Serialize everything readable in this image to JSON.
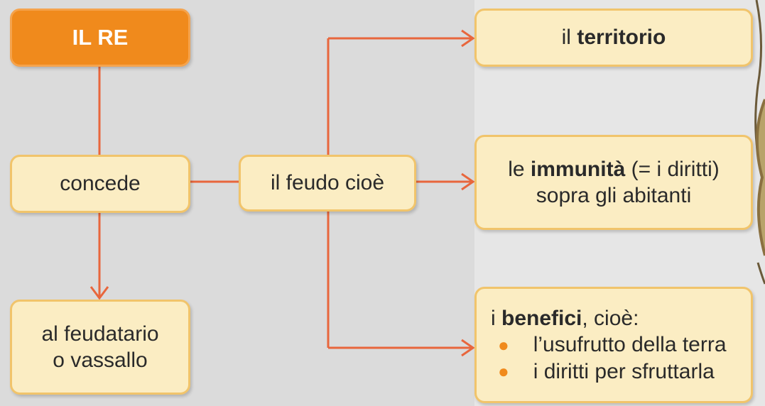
{
  "diagram": {
    "king": {
      "label": "IL RE"
    },
    "concede": {
      "label": "concede"
    },
    "vassal": {
      "line1": "al feudatario",
      "line2": "o vassallo"
    },
    "feudo": {
      "label": "il feudo cioè"
    },
    "territorio": {
      "prefix": "il",
      "bold": "territorio"
    },
    "immunita": {
      "prefix": "le",
      "bold": "immunità",
      "suffix": "(= i diritti)",
      "line2": "sopra gli abitanti"
    },
    "benefici": {
      "prefix": "i",
      "bold": "benefici",
      "suffix": ", cioè:",
      "items": [
        "l’usufrutto della terra",
        "i diritti per sfruttarla"
      ]
    }
  },
  "colors": {
    "arrow": "#e8663c",
    "box_fill": "#fbedc3",
    "box_border": "#f1c46b",
    "king_fill": "#f08a1c",
    "bullet": "#f08a1c"
  }
}
